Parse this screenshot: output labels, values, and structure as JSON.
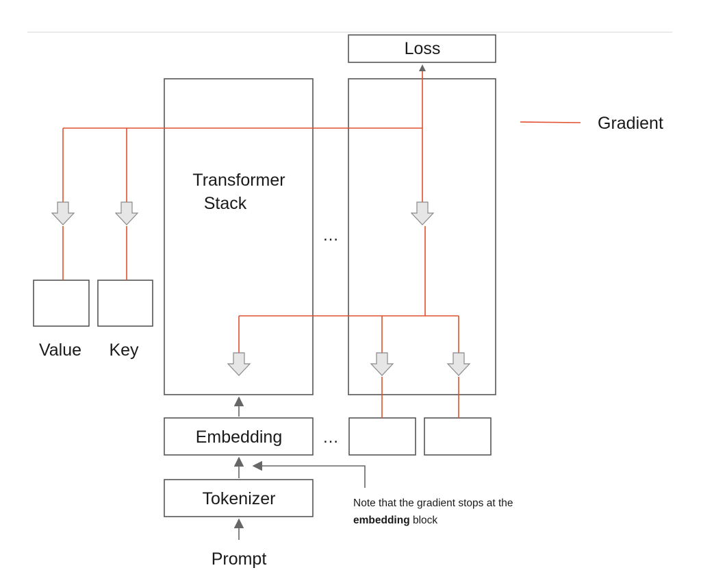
{
  "labels": {
    "loss": "Loss",
    "transformer_line1": "Transformer",
    "transformer_line2": "Stack",
    "value": "Value",
    "key": "Key",
    "embedding": "Embedding",
    "tokenizer": "Tokenizer",
    "prompt": "Prompt",
    "ellipsis_top": "…",
    "ellipsis_bottom": "…"
  },
  "legend": {
    "gradient": "Gradient"
  },
  "note": {
    "line1": "Note that the gradient stops at the",
    "bold_word": "embedding",
    "tail": " block"
  },
  "colors": {
    "gradient_line": "#e0502e",
    "box_border": "#555555",
    "arrow_fill": "#e6e6e6",
    "arrow_stroke": "#888888",
    "connector": "#666666"
  }
}
